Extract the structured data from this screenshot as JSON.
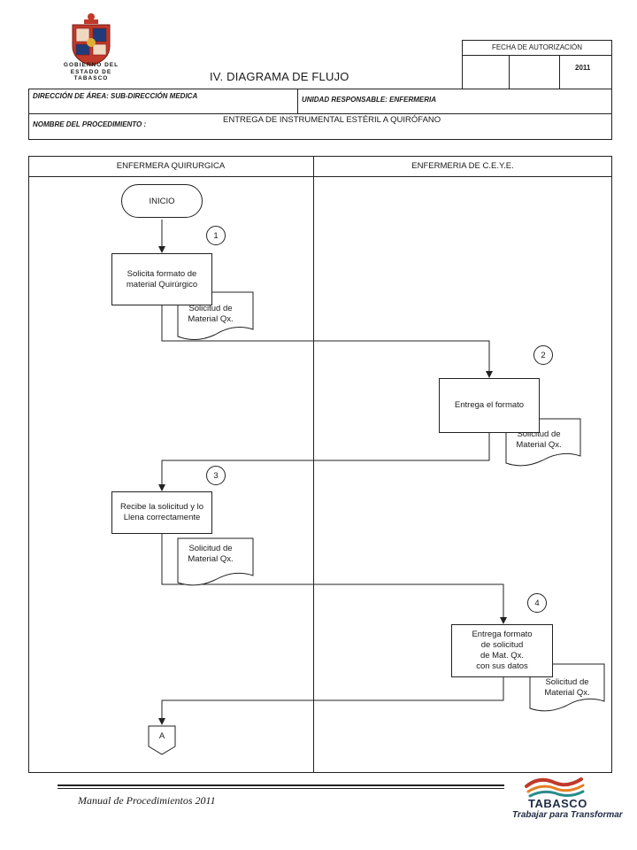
{
  "header": {
    "org_name_lines": [
      "GOBIERNO DEL",
      "ESTADO DE",
      "TABASCO"
    ],
    "doc_title": "IV. DIAGRAMA  DE FLUJO",
    "auth_date_label": "FECHA DE AUTORIZACIÓN",
    "auth_year": "2011",
    "direction_label": "DIRECCIÓN DE ÁREA: SUB-DIRECCIÓN MEDICA",
    "unit_label": "UNIDAD RESPONSABLE: ENFERMERIA",
    "procedure_label": "NOMBRE DEL PROCEDIMIENTO :",
    "procedure_name": "ENTREGA DE INSTRUMENTAL ESTÉRIL A QUIRÓFANO"
  },
  "lanes": {
    "left": "ENFERMERA QUIRURGICA",
    "right": "ENFERMERIA DE C.E.Y.E."
  },
  "flow": {
    "start": "INICIO",
    "steps": [
      {
        "number": "1",
        "text_lines": [
          "Solicita formato de",
          "material Quirúrgico"
        ],
        "doc_lines": [
          "Solicitud de",
          "Material Qx."
        ]
      },
      {
        "number": "2",
        "text_lines": [
          "Entrega el formato"
        ],
        "doc_lines": [
          "Solicitud de",
          "Material Qx."
        ]
      },
      {
        "number": "3",
        "text_lines": [
          "Recibe la solicitud y lo",
          "Llena correctamente"
        ],
        "doc_lines": [
          "Solicitud de",
          "Material Qx."
        ]
      },
      {
        "number": "4",
        "text_lines": [
          "Entrega formato",
          "de solicitud",
          "de Mat. Qx.",
          "con sus datos"
        ],
        "doc_lines": [
          "Solicitud de",
          "Material Qx."
        ]
      }
    ],
    "connector": "A"
  },
  "footer": {
    "manual_title": "Manual de Procedimientos 2011",
    "brand_name": "TABASCO",
    "brand_slogan": "Trabajar para Transformar"
  },
  "colors": {
    "line": "#222222",
    "brand_red": "#c0392b",
    "brand_teal": "#2a8c8c",
    "brand_orange": "#e67e22",
    "brand_dark": "#1f2a44"
  }
}
